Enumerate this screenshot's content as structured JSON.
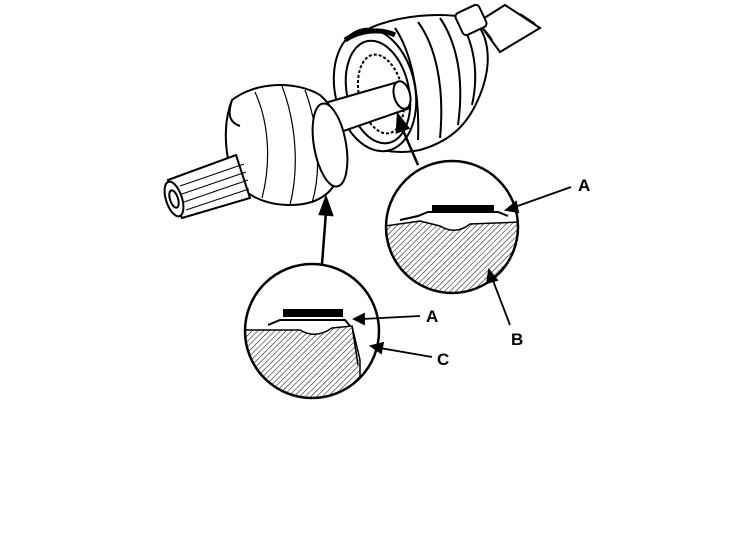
{
  "labels": {
    "a_upper": "A",
    "b": "B",
    "a_lower": "A",
    "c": "C"
  },
  "colors": {
    "ink": "#000000",
    "paper": "#ffffff"
  }
}
